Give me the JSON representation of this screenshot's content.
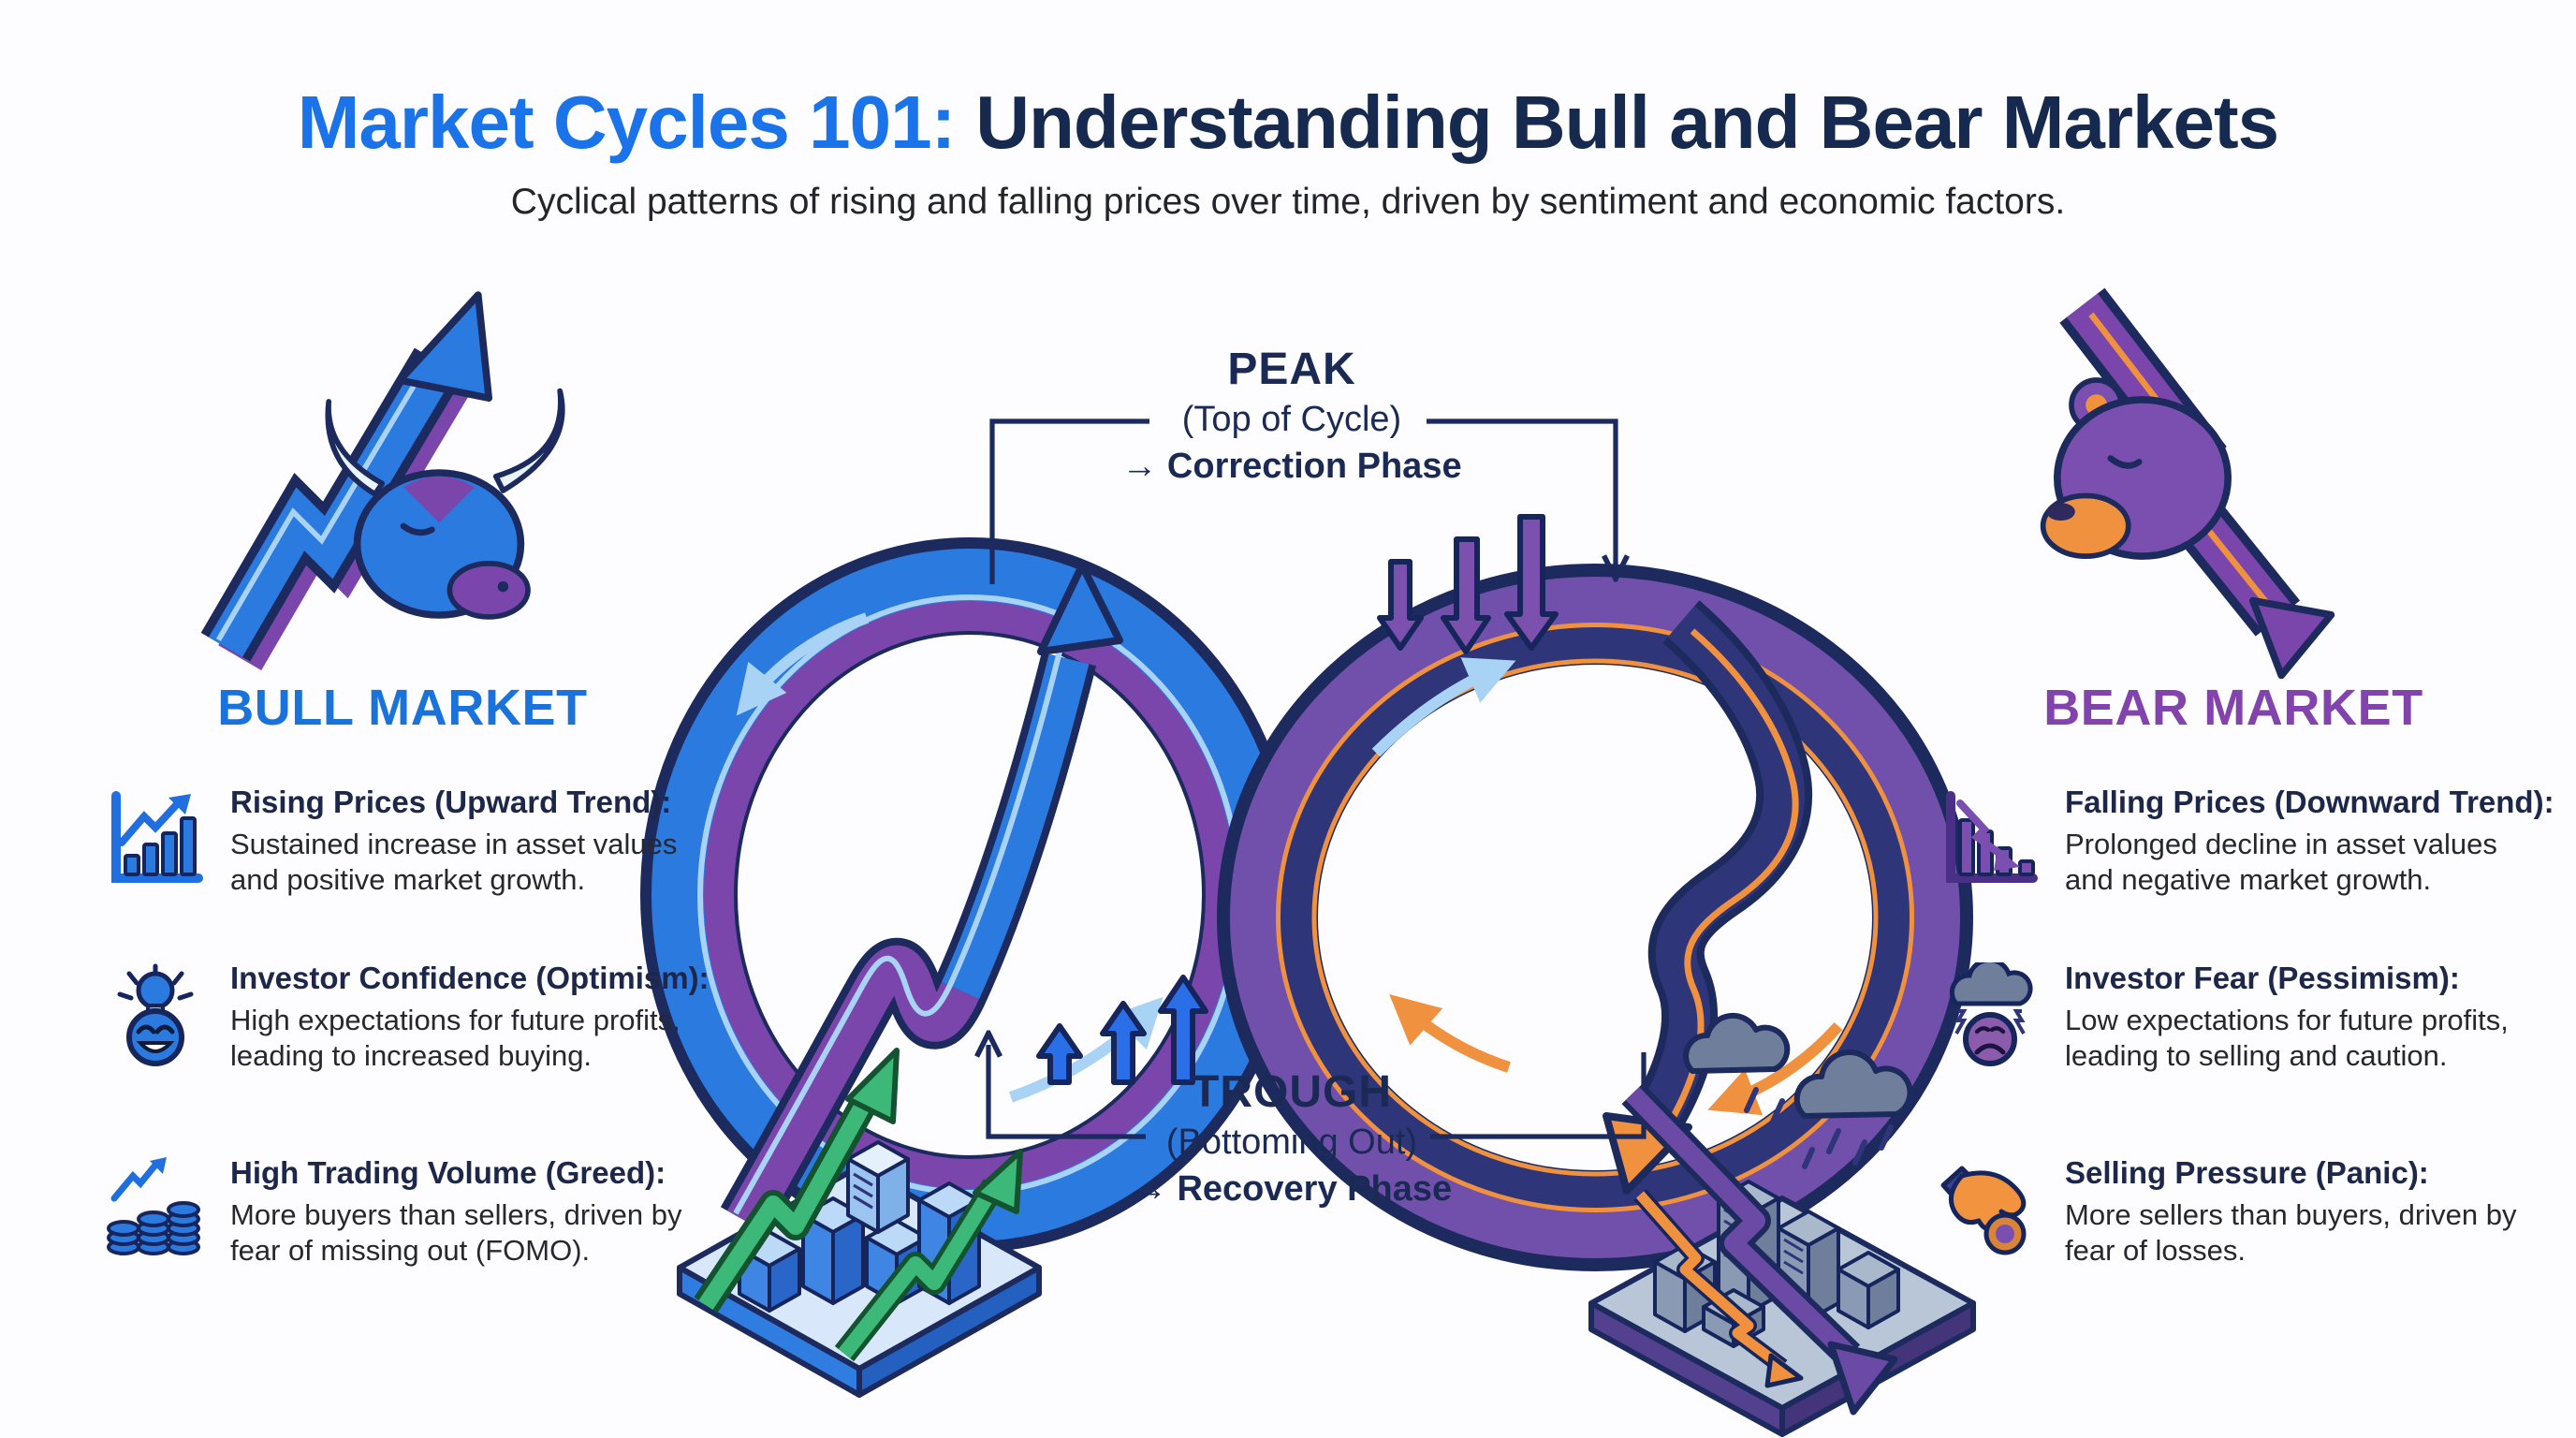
{
  "header": {
    "title_accent": "Market Cycles 101:",
    "title_rest": "Understanding Bull and Bear Markets",
    "subtitle": "Cyclical patterns of rising and falling prices over time, driven by sentiment and economic factors."
  },
  "cycle": {
    "peak": {
      "label": "PEAK",
      "sub": "(Top of Cycle)",
      "phase": "→ Correction Phase"
    },
    "trough": {
      "label": "TROUGH",
      "sub": "(Bottoming Out)",
      "phase": "→ Recovery Phase"
    }
  },
  "bull": {
    "heading": "BULL MARKET",
    "items": [
      {
        "icon": "rising-bar-chart-icon",
        "title": "Rising Prices (Upward Trend):",
        "desc": "Sustained increase in asset values and positive market growth."
      },
      {
        "icon": "optimism-lightbulb-icon",
        "title": "Investor Confidence (Optimism):",
        "desc": "High expectations for future profits, leading to increased buying."
      },
      {
        "icon": "coin-stacks-icon",
        "title": "High Trading Volume (Greed):",
        "desc": "More buyers than sellers, driven by fear of missing out (FOMO)."
      }
    ]
  },
  "bear": {
    "heading": "BEAR MARKET",
    "items": [
      {
        "icon": "falling-bar-chart-icon",
        "title": "Falling Prices (Downward Trend):",
        "desc": "Prolonged decline in asset values and negative market growth."
      },
      {
        "icon": "storm-cloud-sad-face-icon",
        "title": "Investor Fear (Pessimism):",
        "desc": "Low expectations for future profits, leading to selling and caution."
      },
      {
        "icon": "hand-dropping-coin-icon",
        "title": "Selling Pressure (Panic):",
        "desc": "More sellers than buyers, driven by fear of losses."
      }
    ]
  },
  "colors": {
    "accent_blue": "#1a73e8",
    "navy": "#1c2a5e",
    "bull_blue": "#2b7ae0",
    "bear_purple": "#8243ad",
    "ring_purple": "#7150ab",
    "orange": "#f0913f",
    "green": "#3cb878",
    "background": "#fdfcfe"
  }
}
